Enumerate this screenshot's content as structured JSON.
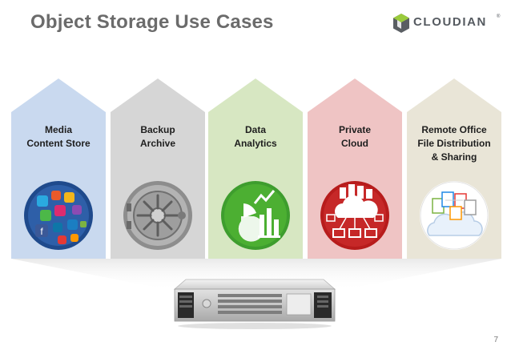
{
  "slide": {
    "title": "Object Storage Use Cases",
    "page_number": "7"
  },
  "logo": {
    "text": "CLOUDIAN",
    "trademark": "®"
  },
  "use_cases": [
    {
      "line1": "Media",
      "line2": "Content Store",
      "line3": "",
      "color": "#c9d9ef",
      "icon": "social-media-icon"
    },
    {
      "line1": "Backup",
      "line2": "Archive",
      "line3": "",
      "color": "#d6d6d6",
      "icon": "vault-door-icon"
    },
    {
      "line1": "Data",
      "line2": "Analytics",
      "line3": "",
      "color": "#d7e7c2",
      "icon": "analytics-chart-icon"
    },
    {
      "line1": "Private",
      "line2": "Cloud",
      "line3": "",
      "color": "#efc4c4",
      "icon": "private-cloud-icon"
    },
    {
      "line1": "Remote Office",
      "line2": "File Distribution",
      "line3": "& Sharing",
      "color": "#e9e5d7",
      "icon": "file-sharing-cloud-icon"
    }
  ],
  "server": {
    "icon": "rack-server-icon"
  }
}
